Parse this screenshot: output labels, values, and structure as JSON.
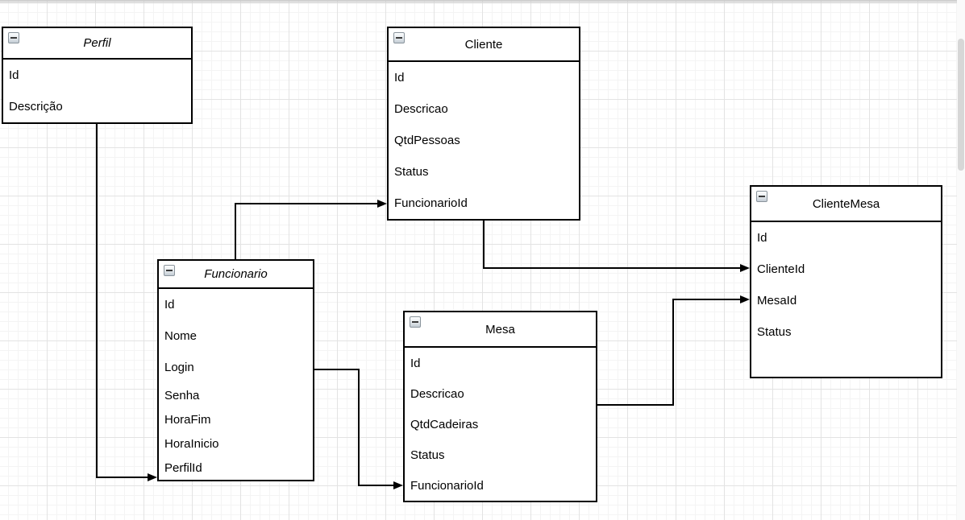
{
  "diagram": {
    "type": "entity-relationship",
    "entities": [
      {
        "title": "Perfil",
        "fields": [
          "Id",
          "Descrição"
        ]
      },
      {
        "title": "Cliente",
        "fields": [
          "Id",
          "Descricao",
          "QtdPessoas",
          "Status",
          "FuncionarioId"
        ]
      },
      {
        "title": "Funcionario",
        "fields": [
          "Id",
          "Nome",
          "Login",
          "Senha",
          "HoraFim",
          "HoraInicio",
          "PerfilId"
        ]
      },
      {
        "title": "Mesa",
        "fields": [
          "Id",
          "Descricao",
          "QtdCadeiras",
          "Status",
          "FuncionarioId"
        ]
      },
      {
        "title": "ClienteMesa",
        "fields": [
          "Id",
          "ClienteId",
          "MesaId",
          "Status"
        ]
      }
    ],
    "relations": [
      {
        "from": "Perfil",
        "to": "Funcionario",
        "target_field": "PerfilId"
      },
      {
        "from": "Funcionario",
        "to": "Cliente",
        "target_field": "FuncionarioId"
      },
      {
        "from": "Cliente",
        "to": "ClienteMesa",
        "target_field": "ClienteId"
      },
      {
        "from": "Mesa",
        "to": "ClienteMesa",
        "target_field": "MesaId"
      },
      {
        "from": "Funcionario",
        "to": "Mesa",
        "target_field": "FuncionarioId"
      }
    ],
    "icons": {
      "collapse": "minus-icon"
    },
    "colors": {
      "connector": "#000000",
      "entity_border": "#000000",
      "entity_bg": "#ffffff",
      "grid_minor": "#f4f4f4",
      "grid_major": "#e3e3e3",
      "scrollbar_thumb": "#d7d7d7"
    }
  }
}
